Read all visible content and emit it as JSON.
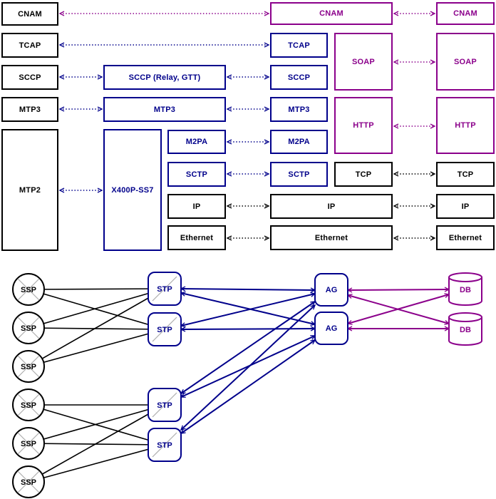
{
  "colors": {
    "blue": "#00008B",
    "purple": "#8B008B",
    "black": "#000000",
    "gray": "#ADADAD"
  },
  "stack": {
    "col1": {
      "cnam": "CNAM",
      "tcap": "TCAP",
      "sccp": "SCCP",
      "mtp3": "MTP3",
      "mtp2": "MTP2"
    },
    "col2": {
      "sccp_relay": "SCCP (Relay, GTT)",
      "mtp3": "MTP3",
      "x400p": "X400P-SS7",
      "m2pa": "M2PA",
      "sctp": "SCTP",
      "ip": "IP",
      "ethernet": "Ethernet"
    },
    "col3": {
      "cnam": "CNAM",
      "tcap": "TCAP",
      "soap": "SOAP",
      "sccp": "SCCP",
      "mtp3": "MTP3",
      "http": "HTTP",
      "m2pa": "M2PA",
      "sctp": "SCTP",
      "tcp": "TCP",
      "ip": "IP",
      "ethernet": "Ethernet"
    },
    "col4": {
      "cnam": "CNAM",
      "soap": "SOAP",
      "http": "HTTP",
      "tcp": "TCP",
      "ip": "IP",
      "ethernet": "Ethernet"
    }
  },
  "network": {
    "ssp": "SSP",
    "stp": "STP",
    "ag": "AG",
    "db": "DB"
  }
}
